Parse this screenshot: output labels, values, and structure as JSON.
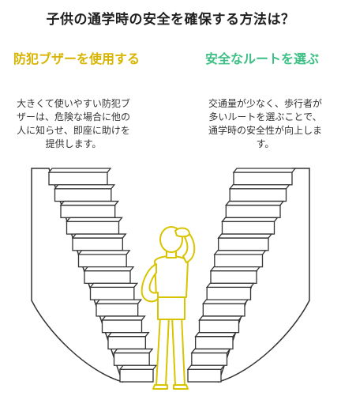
{
  "title": "子供の通学時の安全を確保する方法は？",
  "options": [
    {
      "title": "防犯ブザーを使用する",
      "description": "大きくて使いやすい防犯ブザーは、危険な場合に他の人に知らせ、即座に助けを提供します。",
      "color": "#d8b400"
    },
    {
      "title": "安全なルートを選ぶ",
      "description": "交通量が少なく、歩行者が多いルートを選ぶことで、通学時の安全性が向上します。",
      "color": "#3cbf84"
    }
  ],
  "colors": {
    "stair_stroke": "#333333",
    "stair_fill": "#ffffff",
    "person_stroke": "#d8c400",
    "person_fill": "#ffffff"
  }
}
